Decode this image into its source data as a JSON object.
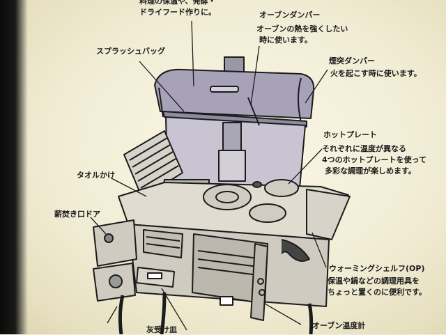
{
  "annotations": {
    "top_cut_line1": "料理の保温や、発酵・",
    "top_cut_line2": "ドライフード作りに。",
    "oven_damper_title": "オーブンダンパー",
    "oven_damper_desc1": "オーブンの熱を強くしたい",
    "oven_damper_desc2": "時に使います。",
    "splash_back": "スプラッシュバッグ",
    "smoke_damper_title": "煙突ダンパー",
    "smoke_damper_desc": "火を起こす時に使います。",
    "hot_plate_title": "ホットプレート",
    "hot_plate_desc1": "それぞれに温度が異なる",
    "hot_plate_desc2": "4つのホットプレートを使って",
    "hot_plate_desc3": "多彩な調理が楽しめます。",
    "towel_bar": "タオルかけ",
    "firewood_door": "薪焚き口ドア",
    "warming_shelf_title": "ウォーミングシェルフ(OP)",
    "warming_shelf_desc1": "保温や鍋などの調理用具を",
    "warming_shelf_desc2": "ちょっと置くのに便利です。",
    "ash_tray_cut": "灰受け皿",
    "oven_thermometer": "オーブン温度計"
  }
}
